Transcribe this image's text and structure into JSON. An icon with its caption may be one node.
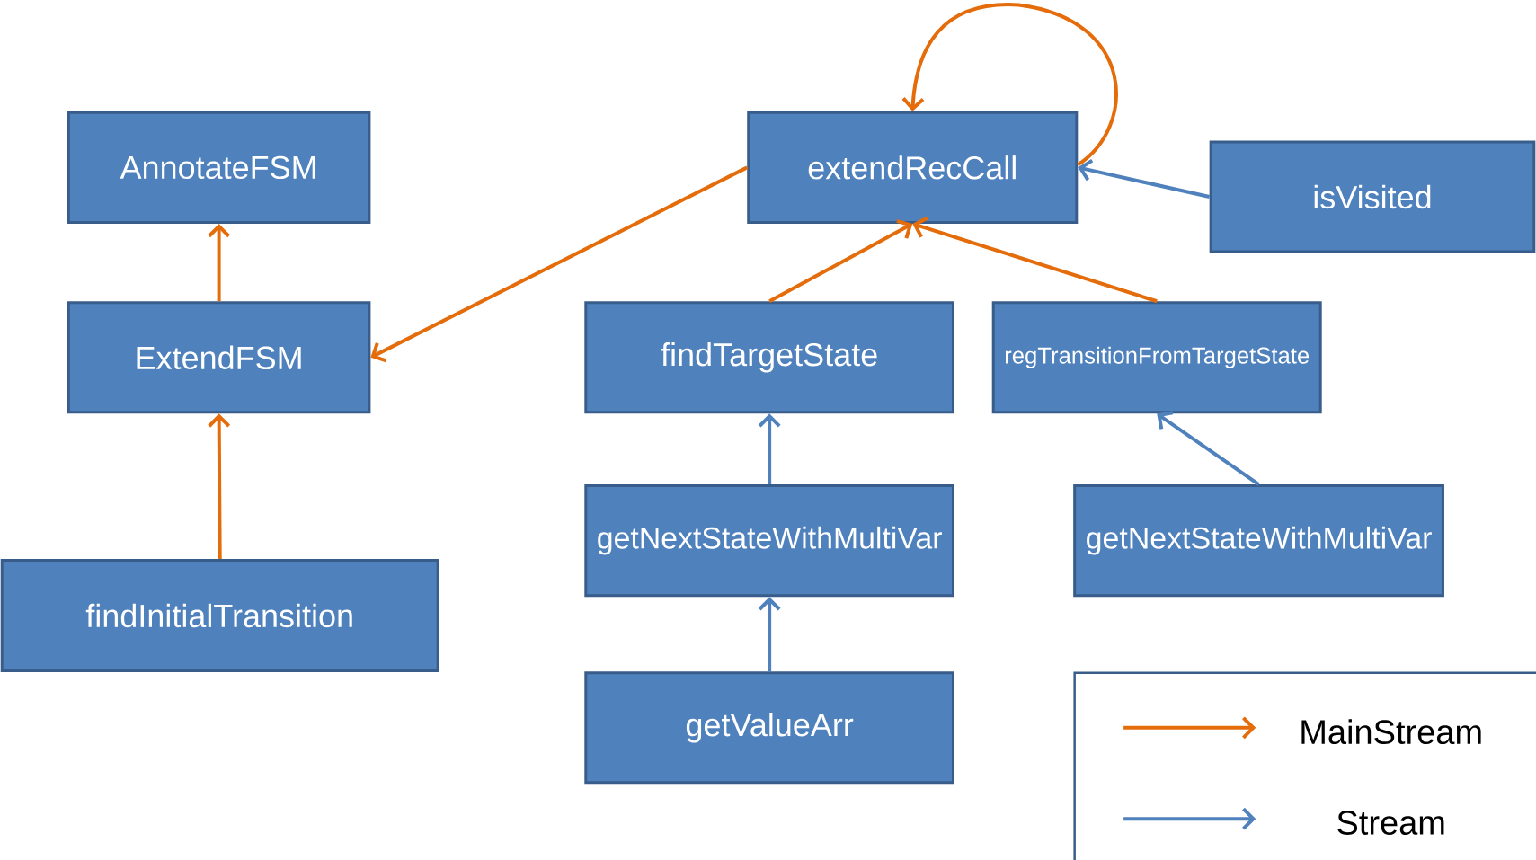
{
  "diagram": {
    "nodes": [
      {
        "text": [
          "AnnotateFSM"
        ]
      },
      {
        "text": [
          "ExtendFSM"
        ]
      },
      {
        "text": [
          "findInitialTransition"
        ]
      },
      {
        "text": [
          "extendRecCall"
        ]
      },
      {
        "text": [
          "isVisited"
        ]
      },
      {
        "text": [
          "findTargetState"
        ]
      },
      {
        "text": [
          "regTransitionFromTargetState"
        ]
      },
      {
        "text": [
          "getNextStateWithMultiVar"
        ]
      },
      {
        "text": [
          "getNextStateWithMultiVar"
        ]
      },
      {
        "text": [
          "getValueArr"
        ]
      }
    ],
    "edges": [
      {
        "from": 1,
        "to": 0,
        "arrow": "to"
      },
      {
        "from": 2,
        "to": 1,
        "arrow": "to"
      },
      {
        "from": 3,
        "to": 1,
        "arrow": "to"
      },
      {
        "from": 3,
        "to": 3,
        "arrow": "to"
      },
      {
        "from": 4,
        "to": 3,
        "arrow": "to",
        "color": "#4f81bd"
      },
      {
        "from": 5,
        "to": 3,
        "arrow": "to"
      },
      {
        "from": 6,
        "to": 3,
        "arrow": "to"
      },
      {
        "from": 7,
        "to": 5,
        "arrow": "to",
        "color": "#4f81bd"
      },
      {
        "from": 8,
        "to": 6,
        "arrow": "to",
        "color": "#4f81bd"
      },
      {
        "from": 9,
        "to": 7,
        "arrow": "to",
        "color": "#4f81bd"
      }
    ],
    "legend": [
      {
        "text": "MainStream"
      },
      {
        "text": "Stream"
      }
    ]
  }
}
